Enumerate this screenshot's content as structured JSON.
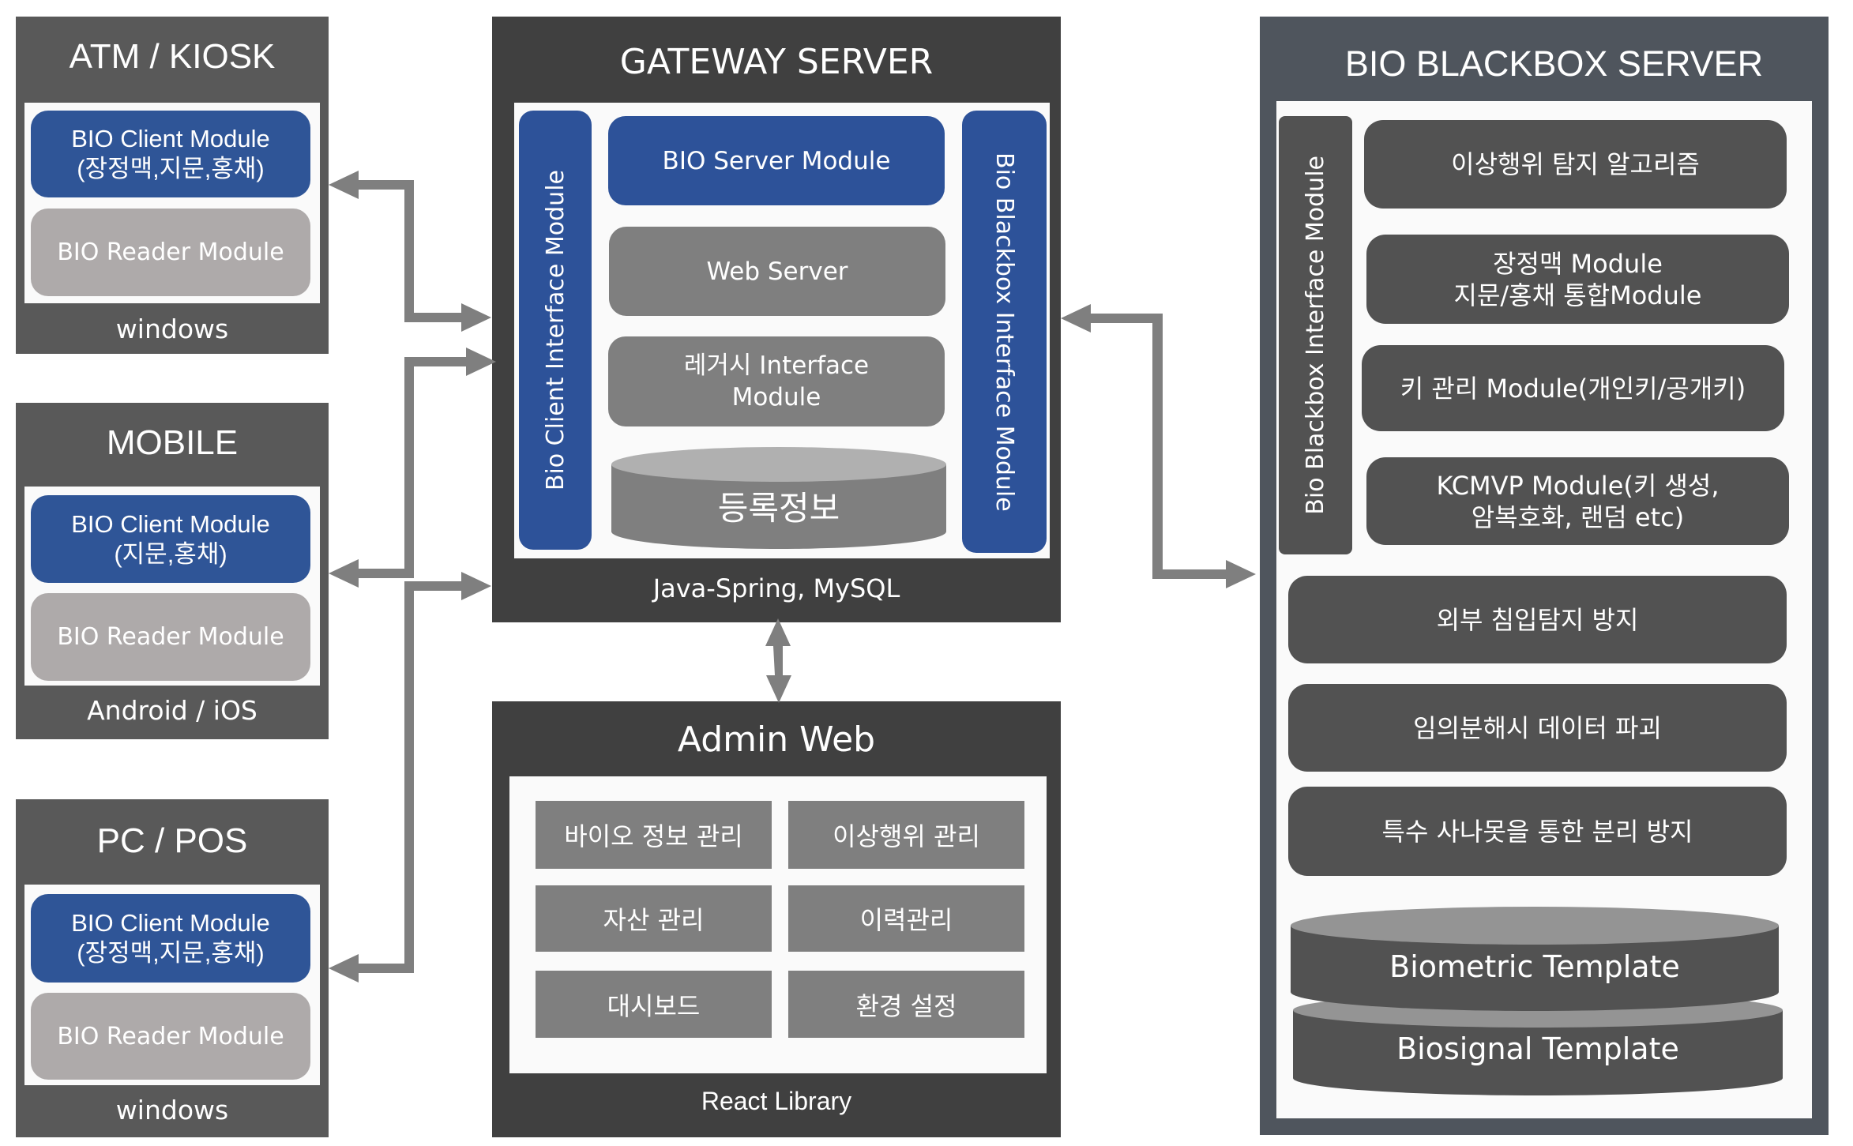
{
  "clients": [
    {
      "title": "ATM / KIOSK",
      "client_module_line1": "BIO Client Module",
      "client_module_line2": "(장정맥,지문,홍채)",
      "reader_module": "BIO Reader Module",
      "platform": "windows"
    },
    {
      "title": "MOBILE",
      "client_module_line1": "BIO Client Module",
      "client_module_line2": "(지문,홍채)",
      "reader_module": "BIO Reader Module",
      "platform": "Android / iOS"
    },
    {
      "title": "PC / POS",
      "client_module_line1": "BIO Client Module",
      "client_module_line2": "(장정맥,지문,홍채)",
      "reader_module": "BIO Reader Module",
      "platform": "windows"
    }
  ],
  "gateway": {
    "title": "GATEWAY SERVER",
    "client_interface": "Bio Client Interface Module",
    "blackbox_interface": "Bio Blackbox Interface Module",
    "server_module": "BIO Server Module",
    "web_server": "Web Server",
    "legacy_line1": "레거시 Interface",
    "legacy_line2": "Module",
    "database": "등록정보",
    "footer": "Java-Spring, MySQL"
  },
  "admin": {
    "title": "Admin Web",
    "menu": [
      "바이오 정보 관리",
      "이상행위 관리",
      "자산 관리",
      "이력관리",
      "대시보드",
      "환경 설정"
    ],
    "footer": "React Library"
  },
  "blackbox": {
    "title": "BIO BLACKBOX SERVER",
    "interface": "Bio Blackbox Interface Module",
    "modules": [
      {
        "line1": "이상행위 탐지 알고리즘",
        "line2": ""
      },
      {
        "line1": "장정맥 Module",
        "line2": "지문/홍채 통합Module"
      },
      {
        "line1": "키 관리 Module(개인키/공개키)",
        "line2": ""
      },
      {
        "line1": "KCMVP Module(키 생성,",
        "line2": "암복호화, 랜덤 etc)"
      }
    ],
    "features": [
      "외부 침입탐지 방지",
      "임의분해시 데이터 파괴",
      "특수 사나못을 통한 분리 방지"
    ],
    "storage": [
      "Biometric Template",
      "Biosignal Template"
    ]
  },
  "colors": {
    "client_frame": "#595959",
    "client_module_blue": "#2f5597",
    "reader_gray": "#aeaaaa",
    "gateway_frame": "#404040",
    "module_gray": "#7f7f7f",
    "blackbox_frame": "#4f555d",
    "blackbox_module": "#525252",
    "arrow": "#7f7f7f"
  }
}
